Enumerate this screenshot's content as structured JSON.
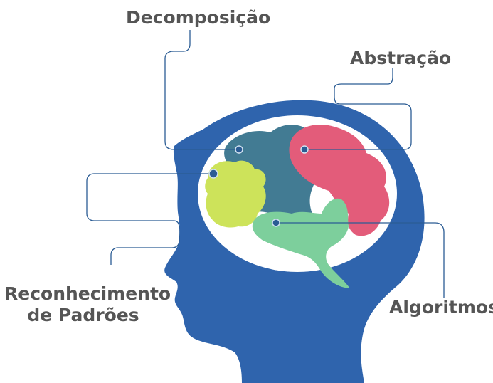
{
  "labels": {
    "decomposicao": "Decomposição",
    "abstracao": "Abstração",
    "reconhecimento_line1": "Reconhecimento",
    "reconhecimento_line2": "de Padrões",
    "algoritmos": "Algoritmos"
  },
  "colors": {
    "head": "#2f64ad",
    "decomposicao_lobe": "#427b93",
    "abstracao_lobe": "#e35c7a",
    "reconhecimento_lobe": "#cde35a",
    "algoritmos_lobe": "#7dcf9c",
    "connector": "#2b5c94",
    "text": "#555555"
  }
}
